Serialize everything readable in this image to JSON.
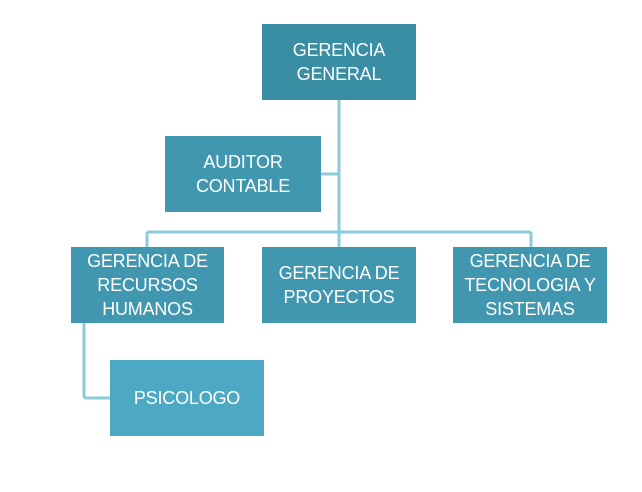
{
  "colors": {
    "level1": "#3a8ea3",
    "level2": "#4197af",
    "level3": "#4da9c3",
    "connector": "#8ccbd9"
  },
  "nodes": {
    "gerencia_general": "GERENCIA\nGENERAL",
    "auditor_contable": "AUDITOR\nCONTABLE",
    "recursos_humanos": "GERENCIA DE\nRECURSOS\nHUMANOS",
    "proyectos": "GERENCIA DE\nPROYECTOS",
    "tecnologia_sistemas": "GERENCIA DE\nTECNOLOGIA Y\nSISTEMAS",
    "psicologo": "PSICOLOGO"
  }
}
